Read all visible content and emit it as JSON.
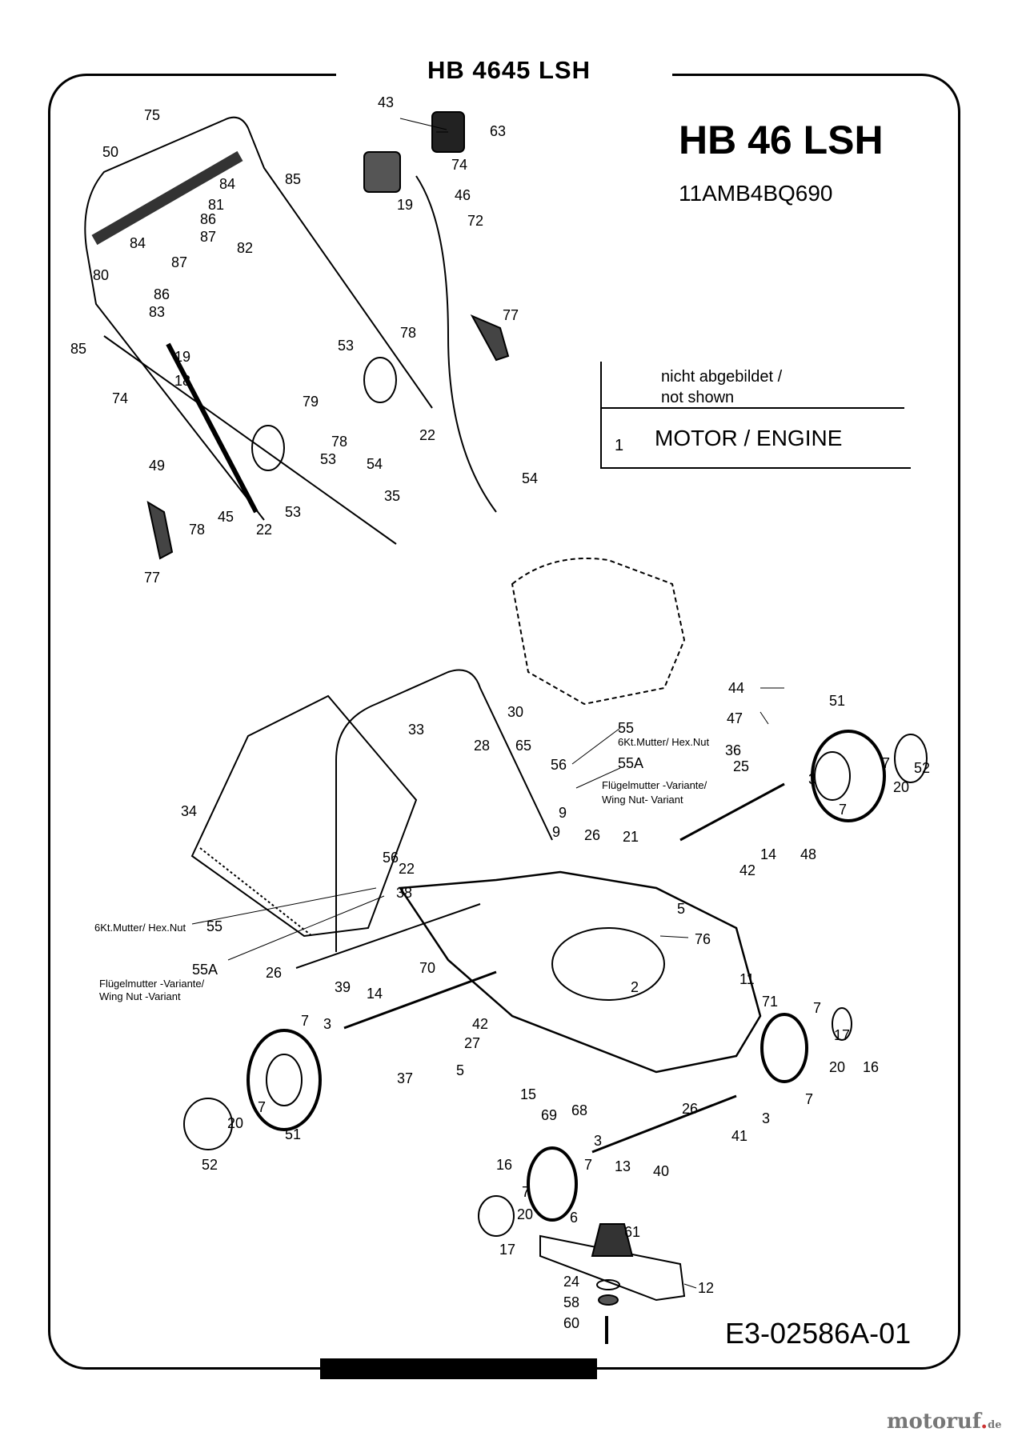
{
  "header": {
    "title": "HB 4645 LSH"
  },
  "model": {
    "title": "HB 46 LSH",
    "code": "11AMB4BQ690"
  },
  "legend": {
    "note_de": "nicht abgebildet /",
    "note_en": "not shown",
    "item_number": "1",
    "item_label": "MOTOR / ENGINE"
  },
  "diagram_code": "E3-02586A-01",
  "watermark": {
    "brand": "motoruf",
    "tld": "de"
  },
  "part_labels": [
    "75",
    "50",
    "43",
    "63",
    "74",
    "19",
    "46",
    "85",
    "84",
    "81",
    "86",
    "87",
    "82",
    "72",
    "84",
    "87",
    "80",
    "86",
    "83",
    "85",
    "77",
    "78",
    "19",
    "18",
    "53",
    "74",
    "79",
    "78",
    "22",
    "49",
    "53",
    "54",
    "54",
    "78",
    "45",
    "22",
    "53",
    "35",
    "77",
    "55",
    "6Kt.Mutter/ Hex.Nut",
    "55A",
    "Flügelmutter -Variante/",
    "Wing Nut- Variant",
    "56",
    "30",
    "33",
    "28",
    "65",
    "44",
    "47",
    "51",
    "36",
    "25",
    "3",
    "7",
    "52",
    "20",
    "7",
    "48",
    "14",
    "42",
    "5",
    "21",
    "9",
    "9",
    "26",
    "34",
    "56",
    "22",
    "38",
    "6Kt.Mutter/ Hex.Nut",
    "55",
    "55A",
    "Flügelmutter -Variante/",
    "Wing Nut -Variant",
    "26",
    "39",
    "70",
    "76",
    "11",
    "2",
    "71",
    "14",
    "42",
    "7",
    "3",
    "27",
    "5",
    "37",
    "15",
    "69",
    "68",
    "7",
    "17",
    "20",
    "16",
    "7",
    "3",
    "51",
    "20",
    "7",
    "52",
    "26",
    "41",
    "3",
    "7",
    "13",
    "40",
    "16",
    "7",
    "20",
    "17",
    "6",
    "61",
    "24",
    "12",
    "58",
    "60"
  ]
}
